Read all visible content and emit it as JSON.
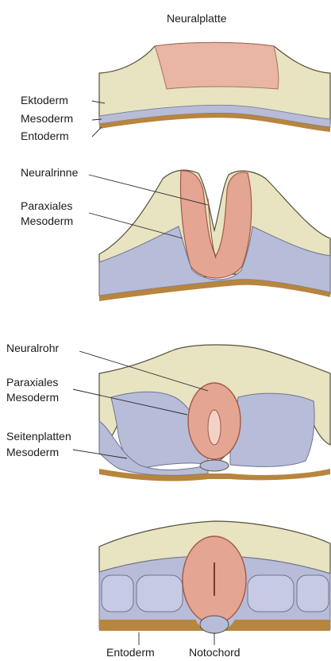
{
  "stage1": {
    "title": "Neuralplatte",
    "labels": {
      "ectoderm": "Ektoderm",
      "mesoderm": "Mesoderm",
      "endoderm": "Entoderm"
    }
  },
  "stage2": {
    "labels": {
      "groove": "Neuralrinne",
      "paraxial_1": "Paraxiales",
      "paraxial_2": "Mesoderm"
    }
  },
  "stage3": {
    "labels": {
      "tube": "Neuralrohr",
      "paraxial_1": "Paraxiales",
      "paraxial_2": "Mesoderm",
      "lateral_1": "Seitenplatten",
      "lateral_2": "Mesoderm"
    }
  },
  "stage4": {
    "labels": {
      "endoderm": "Entoderm",
      "notochord": "Notochord"
    }
  },
  "colors": {
    "ectoderm": "#e8e3c0",
    "neural": "#e4a592",
    "mesoderm": "#b7bcd8",
    "endoderm": "#b7853e",
    "outline": "#55503c"
  }
}
